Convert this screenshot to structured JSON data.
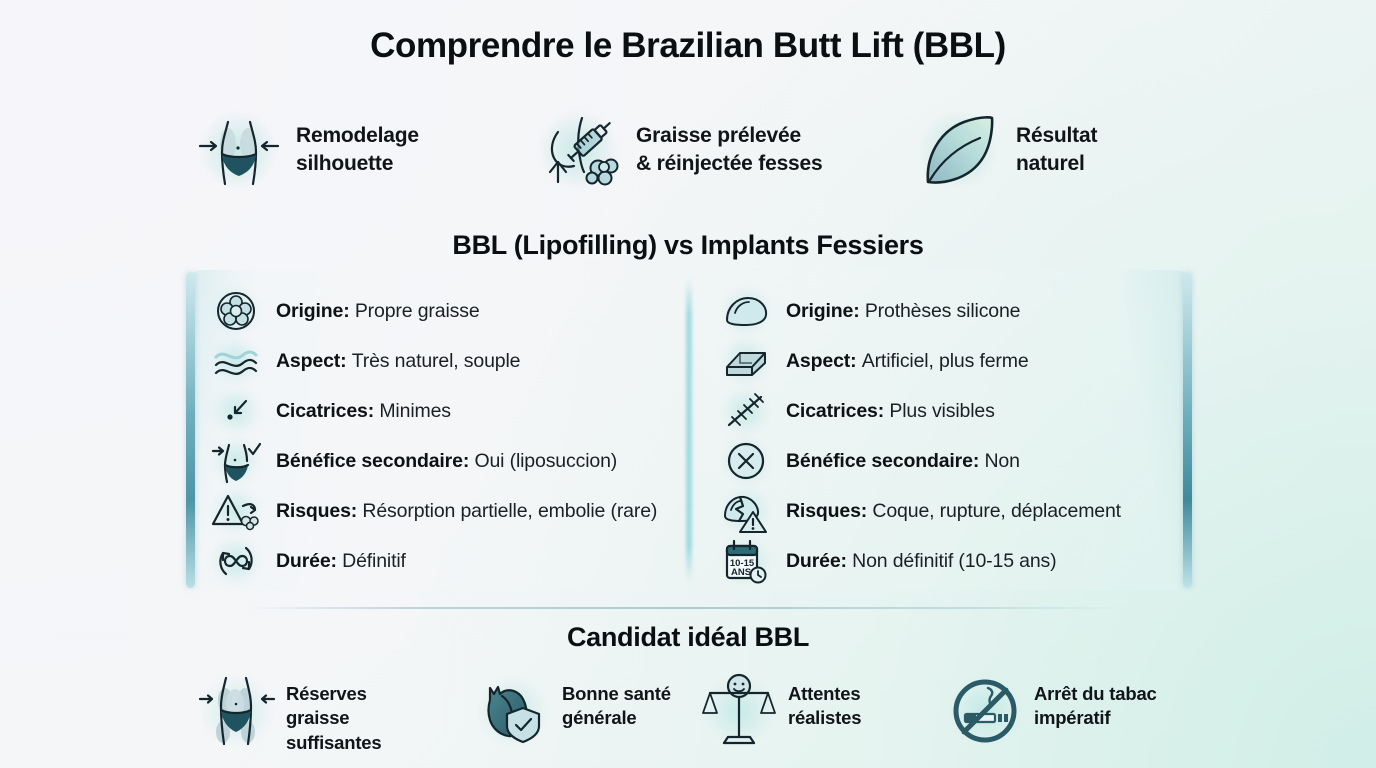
{
  "header": {
    "title": "Comprendre le Brazilian Butt Lift (BBL)"
  },
  "top_benefits": [
    {
      "icon": "body-silhouette-arrows-icon",
      "label": "Remodelage\nsilhouette"
    },
    {
      "icon": "syringe-fat-cells-icon",
      "label": "Graisse prélevée\n& réinjectée fesses"
    },
    {
      "icon": "leaf-icon",
      "label": "Résultat\nnaturel"
    }
  ],
  "comparison": {
    "title": "BBL (Lipofilling) vs Implants Fessiers",
    "left_column": {
      "rows": [
        {
          "icon": "fat-cells-cluster-icon",
          "label": "Origine:",
          "value": "Propre graisse"
        },
        {
          "icon": "soft-waves-icon",
          "label": "Aspect:",
          "value": "Très naturel, souple"
        },
        {
          "icon": "tiny-scar-dot-icon",
          "label": "Cicatrices:",
          "value": "Minimes"
        },
        {
          "icon": "body-check-icon",
          "label": "Bénéfice secondaire:",
          "value": "Oui (liposuccion)"
        },
        {
          "icon": "warning-resorption-icon",
          "label": "Risques:",
          "value": "Résorption partielle, embolie (rare)"
        },
        {
          "icon": "infinity-cycle-icon",
          "label": "Durée:",
          "value": "Définitif"
        }
      ]
    },
    "right_column": {
      "rows": [
        {
          "icon": "silicone-implant-icon",
          "label": "Origine:",
          "value": "Prothèses silicone"
        },
        {
          "icon": "solid-block-icon",
          "label": "Aspect:",
          "value": "Artificiel, plus ferme"
        },
        {
          "icon": "stitched-scar-icon",
          "label": "Cicatrices:",
          "value": "Plus visibles"
        },
        {
          "icon": "circle-x-icon",
          "label": "Bénéfice secondaire:",
          "value": "Non"
        },
        {
          "icon": "broken-implant-warning-icon",
          "label": "Risques:",
          "value": "Coque, rupture, déplacement"
        },
        {
          "icon": "calendar-10-15-ans-icon",
          "label": "Durée:",
          "value": "Non définitif (10-15 ans)"
        }
      ]
    }
  },
  "candidate": {
    "title": "Candidat idéal BBL",
    "items": [
      {
        "icon": "body-fat-reserves-icon",
        "label": "Réserves\ngraisse\nsuffisantes"
      },
      {
        "icon": "heart-shield-icon",
        "label": "Bonne santé\ngénérale"
      },
      {
        "icon": "balance-smiley-icon",
        "label": "Attentes\nréalistes"
      },
      {
        "icon": "no-smoking-icon",
        "label": "Arrêt du tabac\nimpératif"
      }
    ]
  },
  "calendar_badge": {
    "line1": "10-15",
    "line2": "ANS"
  },
  "colors": {
    "ink": "#14262c",
    "teal_fill": "#1f5360",
    "accent_edge": "#4e95a6",
    "glow": "#a3dfdc",
    "bg_start": "#f7f7fa",
    "bg_end": "#e2f1ec"
  }
}
